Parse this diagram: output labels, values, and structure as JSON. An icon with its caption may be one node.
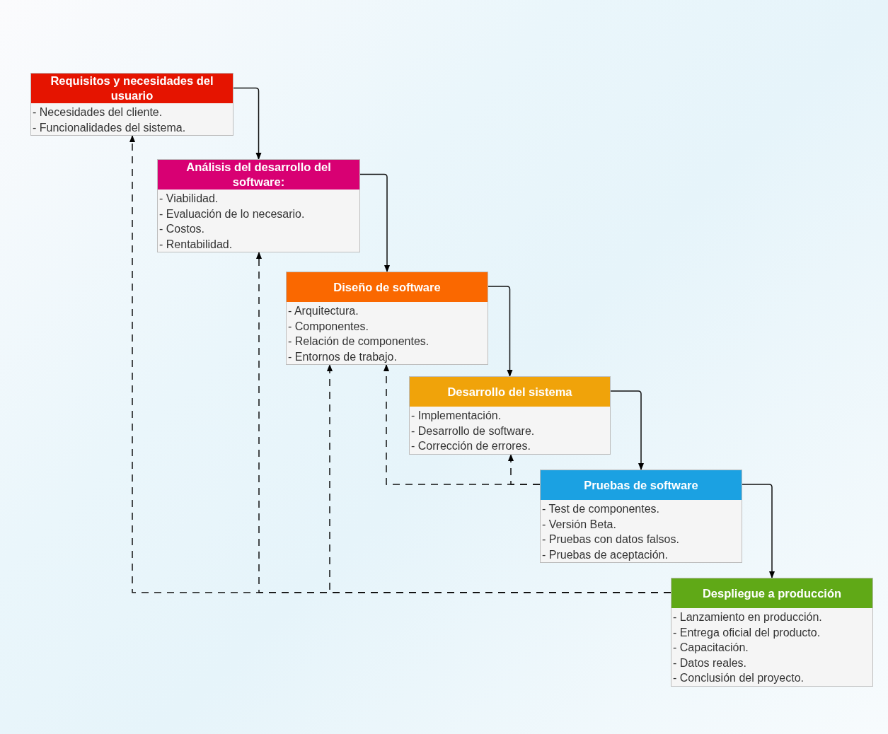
{
  "diagram": {
    "nodes": [
      {
        "text": [
          "Requisitos y necesidades del usuario",
          "- Necesidades del cliente.",
          "- Funcionalidades del sistema."
        ]
      },
      {
        "text": [
          "Análisis del desarrollo del software:",
          "- Viabilidad.",
          "- Evaluación de lo necesario.",
          "- Costos.",
          "- Rentabilidad."
        ]
      },
      {
        "text": [
          "Diseño de software",
          "- Arquitectura.",
          "- Componentes.",
          "- Relación de componentes.",
          "- Entornos de trabajo."
        ]
      },
      {
        "text": [
          "Desarrollo del sistema",
          "- Implementación.",
          "- Desarrollo de software.",
          "- Corrección de errores."
        ]
      },
      {
        "text": [
          "Pruebas de software",
          "- Test de componentes.",
          "- Versión Beta.",
          "- Pruebas con datos falsos.",
          "- Pruebas de aceptación."
        ]
      },
      {
        "text": [
          "Despliegue a producción",
          "- Lanzamiento en producción.",
          "- Entrega oficial del producto.",
          "- Capacitación.",
          "- Datos reales.",
          "- Conclusión del proyecto."
        ]
      }
    ],
    "edges": [
      {
        "from": 0,
        "to": 1,
        "arrow": "to"
      },
      {
        "from": 1,
        "to": 2,
        "arrow": "to"
      },
      {
        "from": 2,
        "to": 3,
        "arrow": "to"
      },
      {
        "from": 3,
        "to": 4,
        "arrow": "to"
      },
      {
        "from": 4,
        "to": 5,
        "arrow": "to"
      },
      {
        "from": 5,
        "to": 0,
        "arrow": "to",
        "style": "dashed"
      },
      {
        "from": 5,
        "to": 1,
        "arrow": "to",
        "style": "dashed"
      },
      {
        "from": 5,
        "to": 2,
        "arrow": "to",
        "style": "dashed"
      },
      {
        "from": 4,
        "to": 2,
        "arrow": "to",
        "style": "dashed"
      },
      {
        "from": 4,
        "to": 3,
        "arrow": "to",
        "style": "dashed"
      }
    ]
  }
}
